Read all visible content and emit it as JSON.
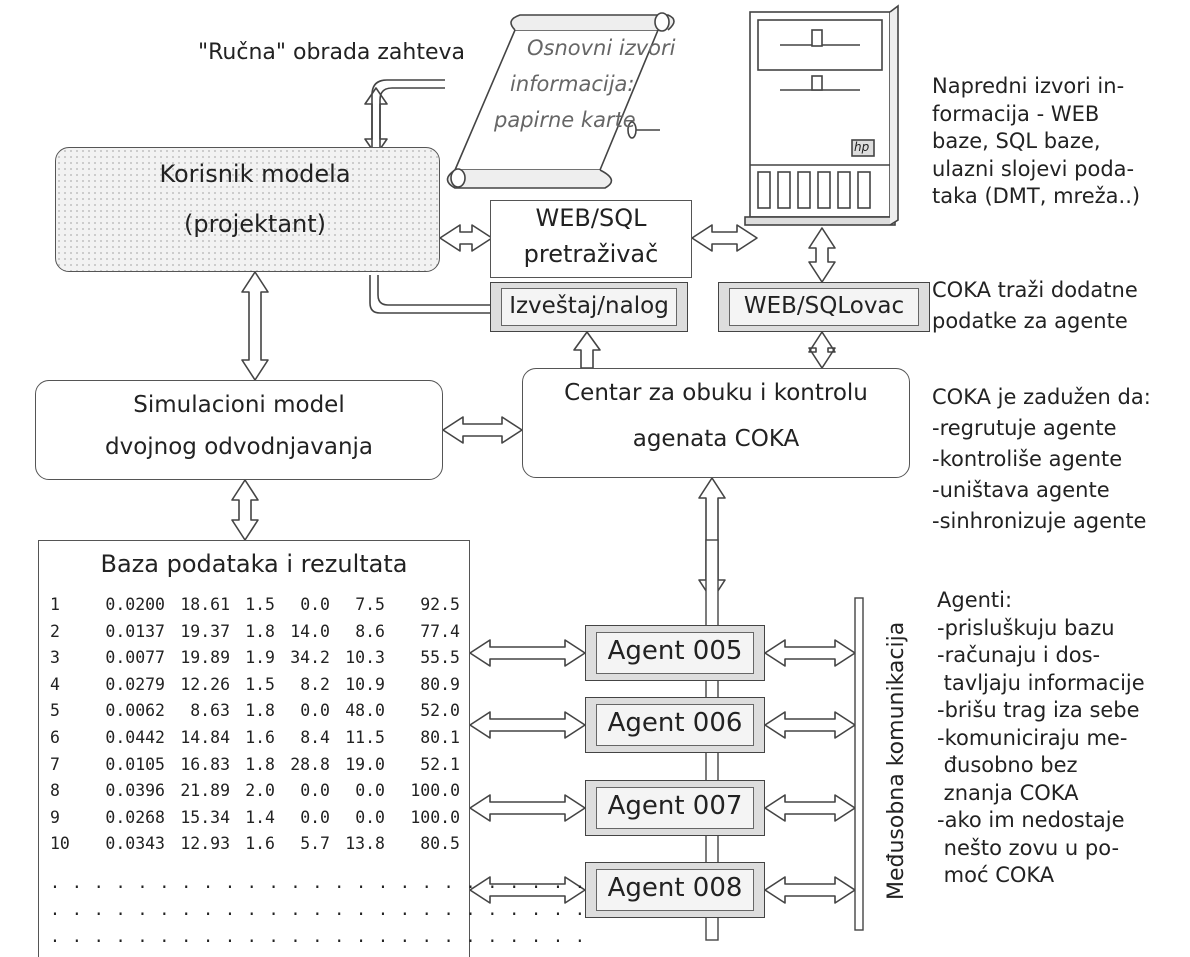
{
  "labels": {
    "rucna": "\"Ručna\" obrada zahteva",
    "scroll_lines": [
      "Osnovni izvori",
      "informacija:",
      "papirne karte"
    ],
    "korisnik": [
      "Korisnik modela",
      "(projektant)"
    ],
    "websql_pretrazivac": [
      "WEB/SQL",
      "pretraživač"
    ],
    "izvestaj": "Izveštaj/nalog",
    "websqlovac": "WEB/SQLovac",
    "simulacioni": [
      "Simulacioni model",
      "dvojnog odvodnjavanja"
    ],
    "centar": [
      "Centar za obuku i kontrolu",
      "agenata COKA"
    ],
    "baza_title": "Baza podataka i rezultata",
    "medjusobna": "Međusobna komunikacija",
    "server_logo": "hp"
  },
  "agents": [
    "Agent 005",
    "Agent 006",
    "Agent 007",
    "Agent 008"
  ],
  "table_rows": [
    [
      "1",
      "0.0200",
      "18.61",
      "1.5",
      "0.0",
      "7.5",
      "92.5"
    ],
    [
      "2",
      "0.0137",
      "19.37",
      "1.8",
      "14.0",
      "8.6",
      "77.4"
    ],
    [
      "3",
      "0.0077",
      "19.89",
      "1.9",
      "34.2",
      "10.3",
      "55.5"
    ],
    [
      "4",
      "0.0279",
      "12.26",
      "1.5",
      "8.2",
      "10.9",
      "80.9"
    ],
    [
      "5",
      "0.0062",
      "8.63",
      "1.8",
      "0.0",
      "48.0",
      "52.0"
    ],
    [
      "6",
      "0.0442",
      "14.84",
      "1.6",
      "8.4",
      "11.5",
      "80.1"
    ],
    [
      "7",
      "0.0105",
      "16.83",
      "1.8",
      "28.8",
      "19.0",
      "52.1"
    ],
    [
      "8",
      "0.0396",
      "21.89",
      "2.0",
      "0.0",
      "0.0",
      "100.0"
    ],
    [
      "9",
      "0.0268",
      "15.34",
      "1.4",
      "0.0",
      "0.0",
      "100.0"
    ],
    [
      "10",
      "0.0343",
      "12.93",
      "1.6",
      "5.7",
      "13.8",
      "80.5"
    ]
  ],
  "right_notes": {
    "napredni": [
      "Napredni izvori in-",
      "formacija - WEB",
      "baze, SQL baze,",
      "ulazni slojevi poda-",
      "taka (DMT, mreža..)"
    ],
    "coka_trazi": [
      "COKA traži dodatne",
      "podatke za agente"
    ],
    "coka_zaduzen": [
      "COKA je zadužen da:",
      "-regrutuje agente",
      "-kontroliše agente",
      "-uništava agente",
      "-sinhronizuje agente"
    ],
    "agenti": [
      "Agenti:",
      "-prisluškuju bazu",
      "-računaju i dos-",
      " tavljaju informacije",
      "-brišu trag iza sebe",
      "-komuniciraju me-",
      " đusobno bez",
      " znanja COKA",
      "-ako im nedostaje",
      " nešto zovu u po-",
      " moć COKA"
    ]
  }
}
